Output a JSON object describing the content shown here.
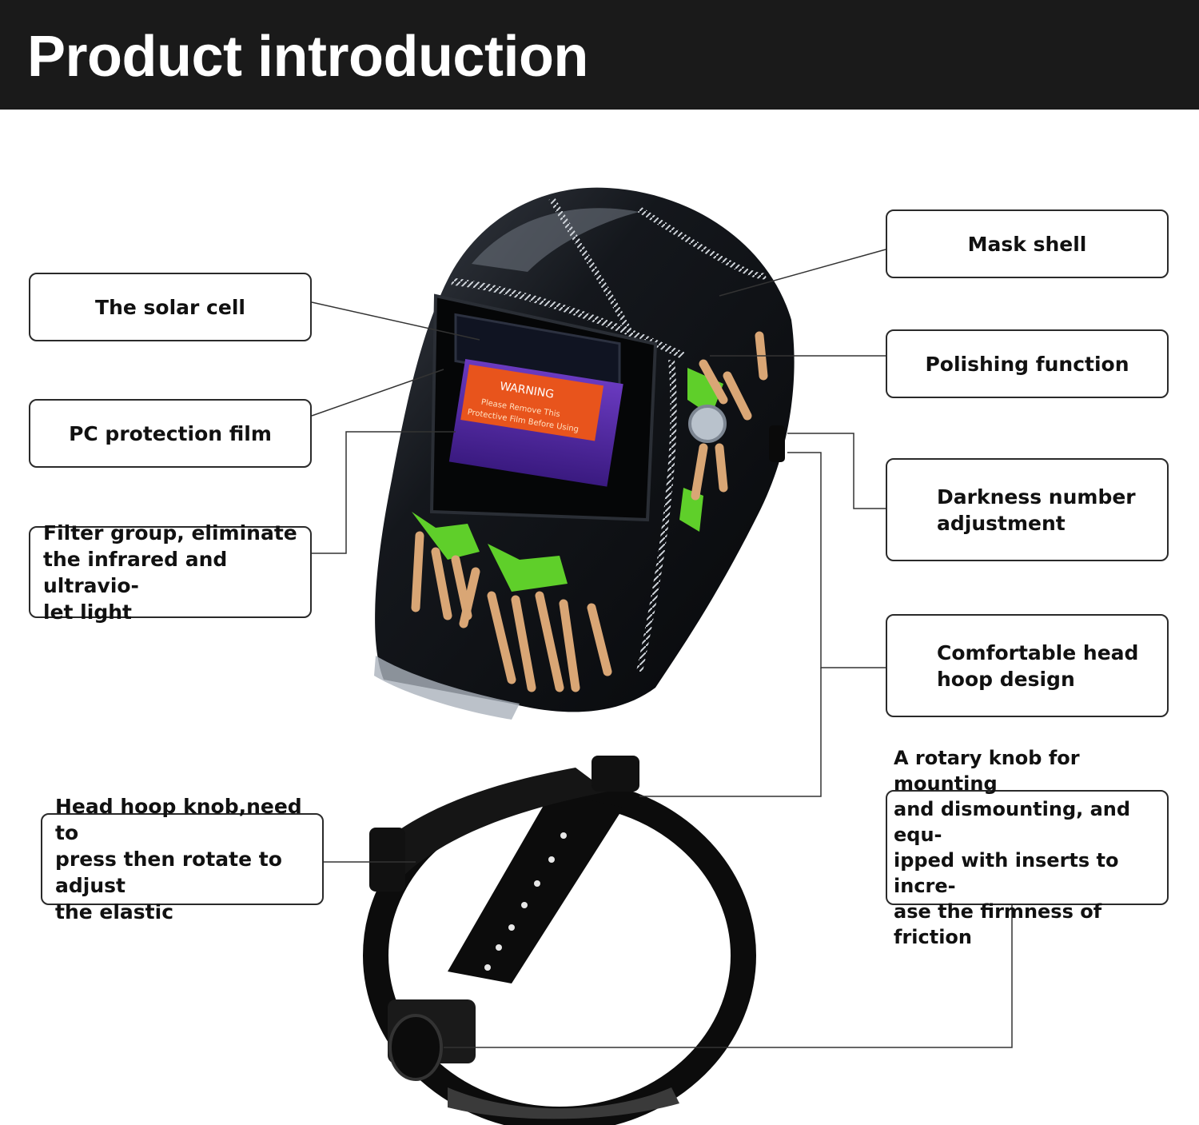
{
  "header": {
    "title": "Product introduction"
  },
  "labels": {
    "solar_cell": "The solar cell",
    "pc_film": "PC protection film",
    "filter_group": "Filter group,  eliminate\nthe infrared and ultravio-\nlet light",
    "head_hoop_knob": "Head hoop knob,need to\npress then rotate to adjust\nthe elastic",
    "mask_shell": "Mask shell",
    "polishing": "Polishing function",
    "darkness": "Darkness number\nadjustment",
    "comfortable": "Comfortable head\nhoop design",
    "rotary_knob": "A rotary knob for mounting\nand dismounting, and equ-\nipped with inserts to incre-\nase the firmness of friction"
  },
  "filter_sticker": {
    "warning": "WARNING",
    "line1": "Please Remove This",
    "line2": "Protective Film Before Using"
  },
  "colors": {
    "header_bg": "#1a1a1a",
    "helmet": "#0f1116",
    "warning": "#e8541c",
    "filter_glass": "#5a2fb0",
    "bone": "#d9a675",
    "slime": "#5fcf2a"
  }
}
